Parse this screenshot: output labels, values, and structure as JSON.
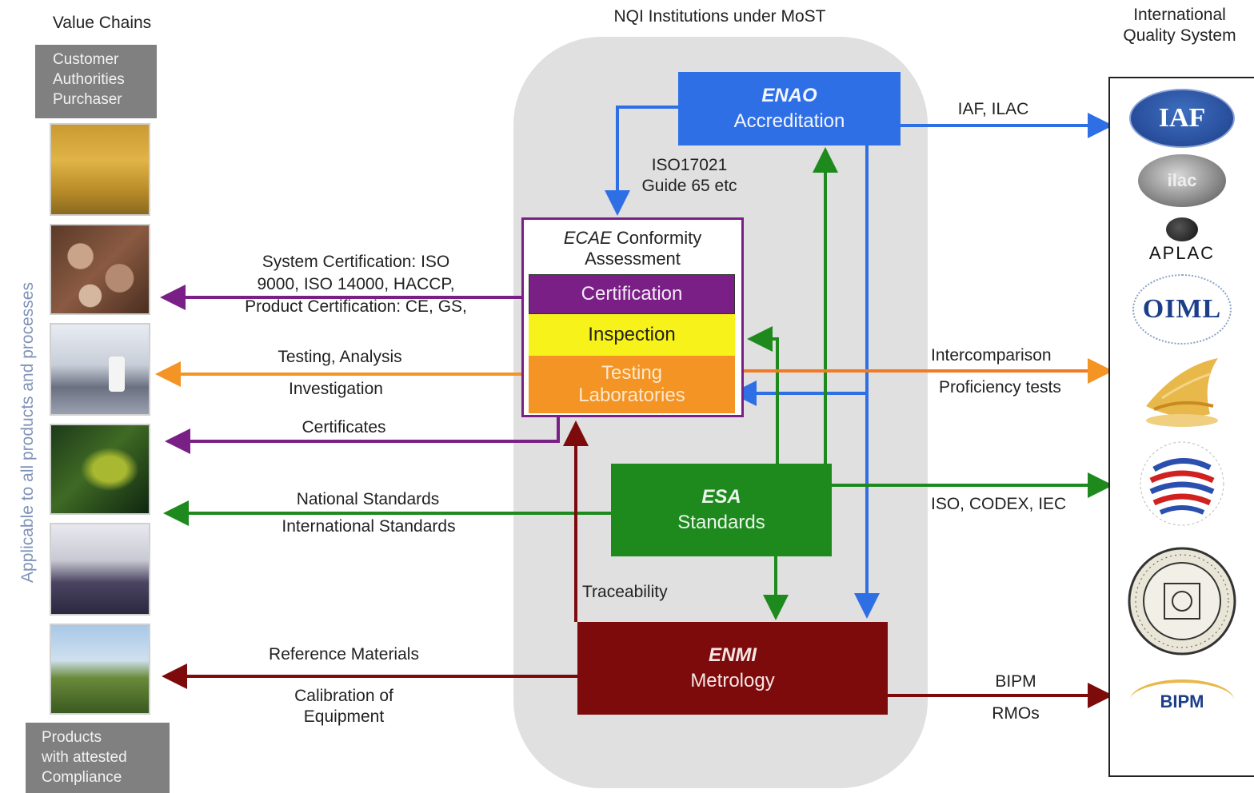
{
  "headers": {
    "value_chains": "Value Chains",
    "nqi": "NQI Institutions under MoST",
    "international_line1": "International",
    "international_line2": "Quality System"
  },
  "customer_box": [
    "Customer",
    "Authorities",
    "Purchaser"
  ],
  "products_box": [
    "Products",
    "with attested",
    "Compliance"
  ],
  "side_label": "Applicable to all products and processes",
  "enao": {
    "name": "ENAO",
    "role": "Accreditation"
  },
  "ecae": {
    "name": "ECAE",
    "title_rest": "Conformity",
    "title_line2": "Assessment",
    "certification": "Certification",
    "inspection": "Inspection",
    "testing_line1": "Testing",
    "testing_line2": "Laboratories"
  },
  "esa": {
    "name": "ESA",
    "role": "Standards"
  },
  "enmi": {
    "name": "ENMI",
    "role": "Metrology"
  },
  "labels": {
    "iso17021_line1": "ISO17021",
    "iso17021_line2": "Guide 65 etc",
    "iaf_ilac": "IAF, ILAC",
    "sys_cert_line1": "System Certification: ISO",
    "sys_cert_line2": "9000, ISO 14000, HACCP,",
    "sys_cert_line3": "Product Certification: CE, GS,",
    "testing_analysis": "Testing, Analysis",
    "investigation": "Investigation",
    "certificates": "Certificates",
    "intercomparison": "Intercomparison",
    "proficiency": "Proficiency tests",
    "national_standards": "National Standards",
    "international_standards": "International Standards",
    "iso_codex_iec": "ISO, CODEX, IEC",
    "traceability": "Traceability",
    "reference_materials": "Reference Materials",
    "calibration_line1": "Calibration of",
    "calibration_line2": "Equipment",
    "bipm": "BIPM",
    "rmos": "RMOs"
  },
  "logos": {
    "iaf": "IAF",
    "ilac": "ilac",
    "aplac": "APLAC",
    "oiml": "OIML",
    "bipm": "BIPM"
  },
  "colors": {
    "blue": "#2f6fe6",
    "purple": "#7a1f86",
    "orange": "#f39424",
    "green": "#1e8a1e",
    "darkred": "#7d0b0b",
    "yellow": "#f7f21a",
    "panel": "#e0e0e0"
  }
}
